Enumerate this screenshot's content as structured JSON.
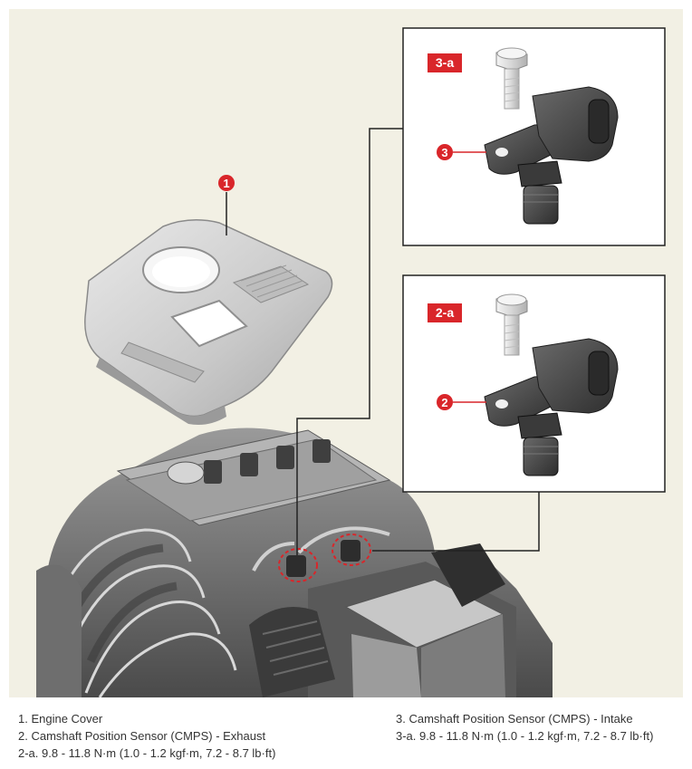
{
  "callouts": {
    "part1": "1",
    "part2": "2",
    "part3": "3"
  },
  "torque_tags": {
    "t2a": "2-a",
    "t3a": "3-a"
  },
  "legend": {
    "item1": "1. Engine Cover",
    "item2": "2. Camshaft Position Sensor (CMPS) - Exhaust",
    "item2a": "2-a. 9.8 - 11.8 N·m (1.0 - 1.2 kgf·m, 7.2 - 8.7 lb·ft)",
    "item3": "3. Camshaft Position Sensor (CMPS) - Intake",
    "item3a": "3-a. 9.8 - 11.8 N·m (1.0 - 1.2 kgf·m, 7.2 - 8.7 lb·ft)"
  },
  "colors": {
    "callout_red": "#d9262a",
    "panel_background": "#f2f0e4",
    "leader_line": "#222222"
  },
  "icons": {
    "engine_cover": "engine-cover-illustration",
    "sensor": "camshaft-sensor-illustration",
    "bolt": "bolt-illustration",
    "engine": "engine-assembly-illustration"
  }
}
